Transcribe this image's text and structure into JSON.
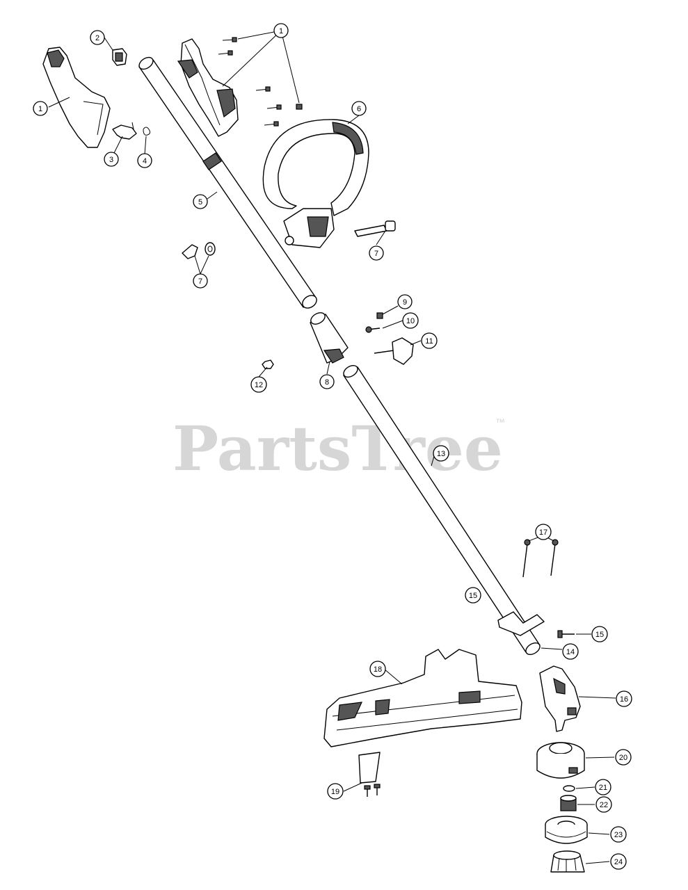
{
  "watermark": {
    "text": "PartsTree",
    "trademark": "™"
  },
  "callouts": [
    {
      "id": "c1a",
      "label": "1"
    },
    {
      "id": "c1b",
      "label": "1"
    },
    {
      "id": "c2",
      "label": "2"
    },
    {
      "id": "c3",
      "label": "3"
    },
    {
      "id": "c4",
      "label": "4"
    },
    {
      "id": "c5",
      "label": "5"
    },
    {
      "id": "c6",
      "label": "6"
    },
    {
      "id": "c7a",
      "label": "7"
    },
    {
      "id": "c7b",
      "label": "7"
    },
    {
      "id": "c8",
      "label": "8"
    },
    {
      "id": "c9",
      "label": "9"
    },
    {
      "id": "c10",
      "label": "10"
    },
    {
      "id": "c11",
      "label": "11"
    },
    {
      "id": "c12",
      "label": "12"
    },
    {
      "id": "c13",
      "label": "13"
    },
    {
      "id": "c14",
      "label": "14"
    },
    {
      "id": "c15a",
      "label": "15"
    },
    {
      "id": "c15b",
      "label": "15"
    },
    {
      "id": "c16",
      "label": "16"
    },
    {
      "id": "c17",
      "label": "17"
    },
    {
      "id": "c18",
      "label": "18"
    },
    {
      "id": "c19",
      "label": "19"
    },
    {
      "id": "c20",
      "label": "20"
    },
    {
      "id": "c21",
      "label": "21"
    },
    {
      "id": "c22",
      "label": "22"
    },
    {
      "id": "c23",
      "label": "23"
    },
    {
      "id": "c24",
      "label": "24"
    }
  ]
}
